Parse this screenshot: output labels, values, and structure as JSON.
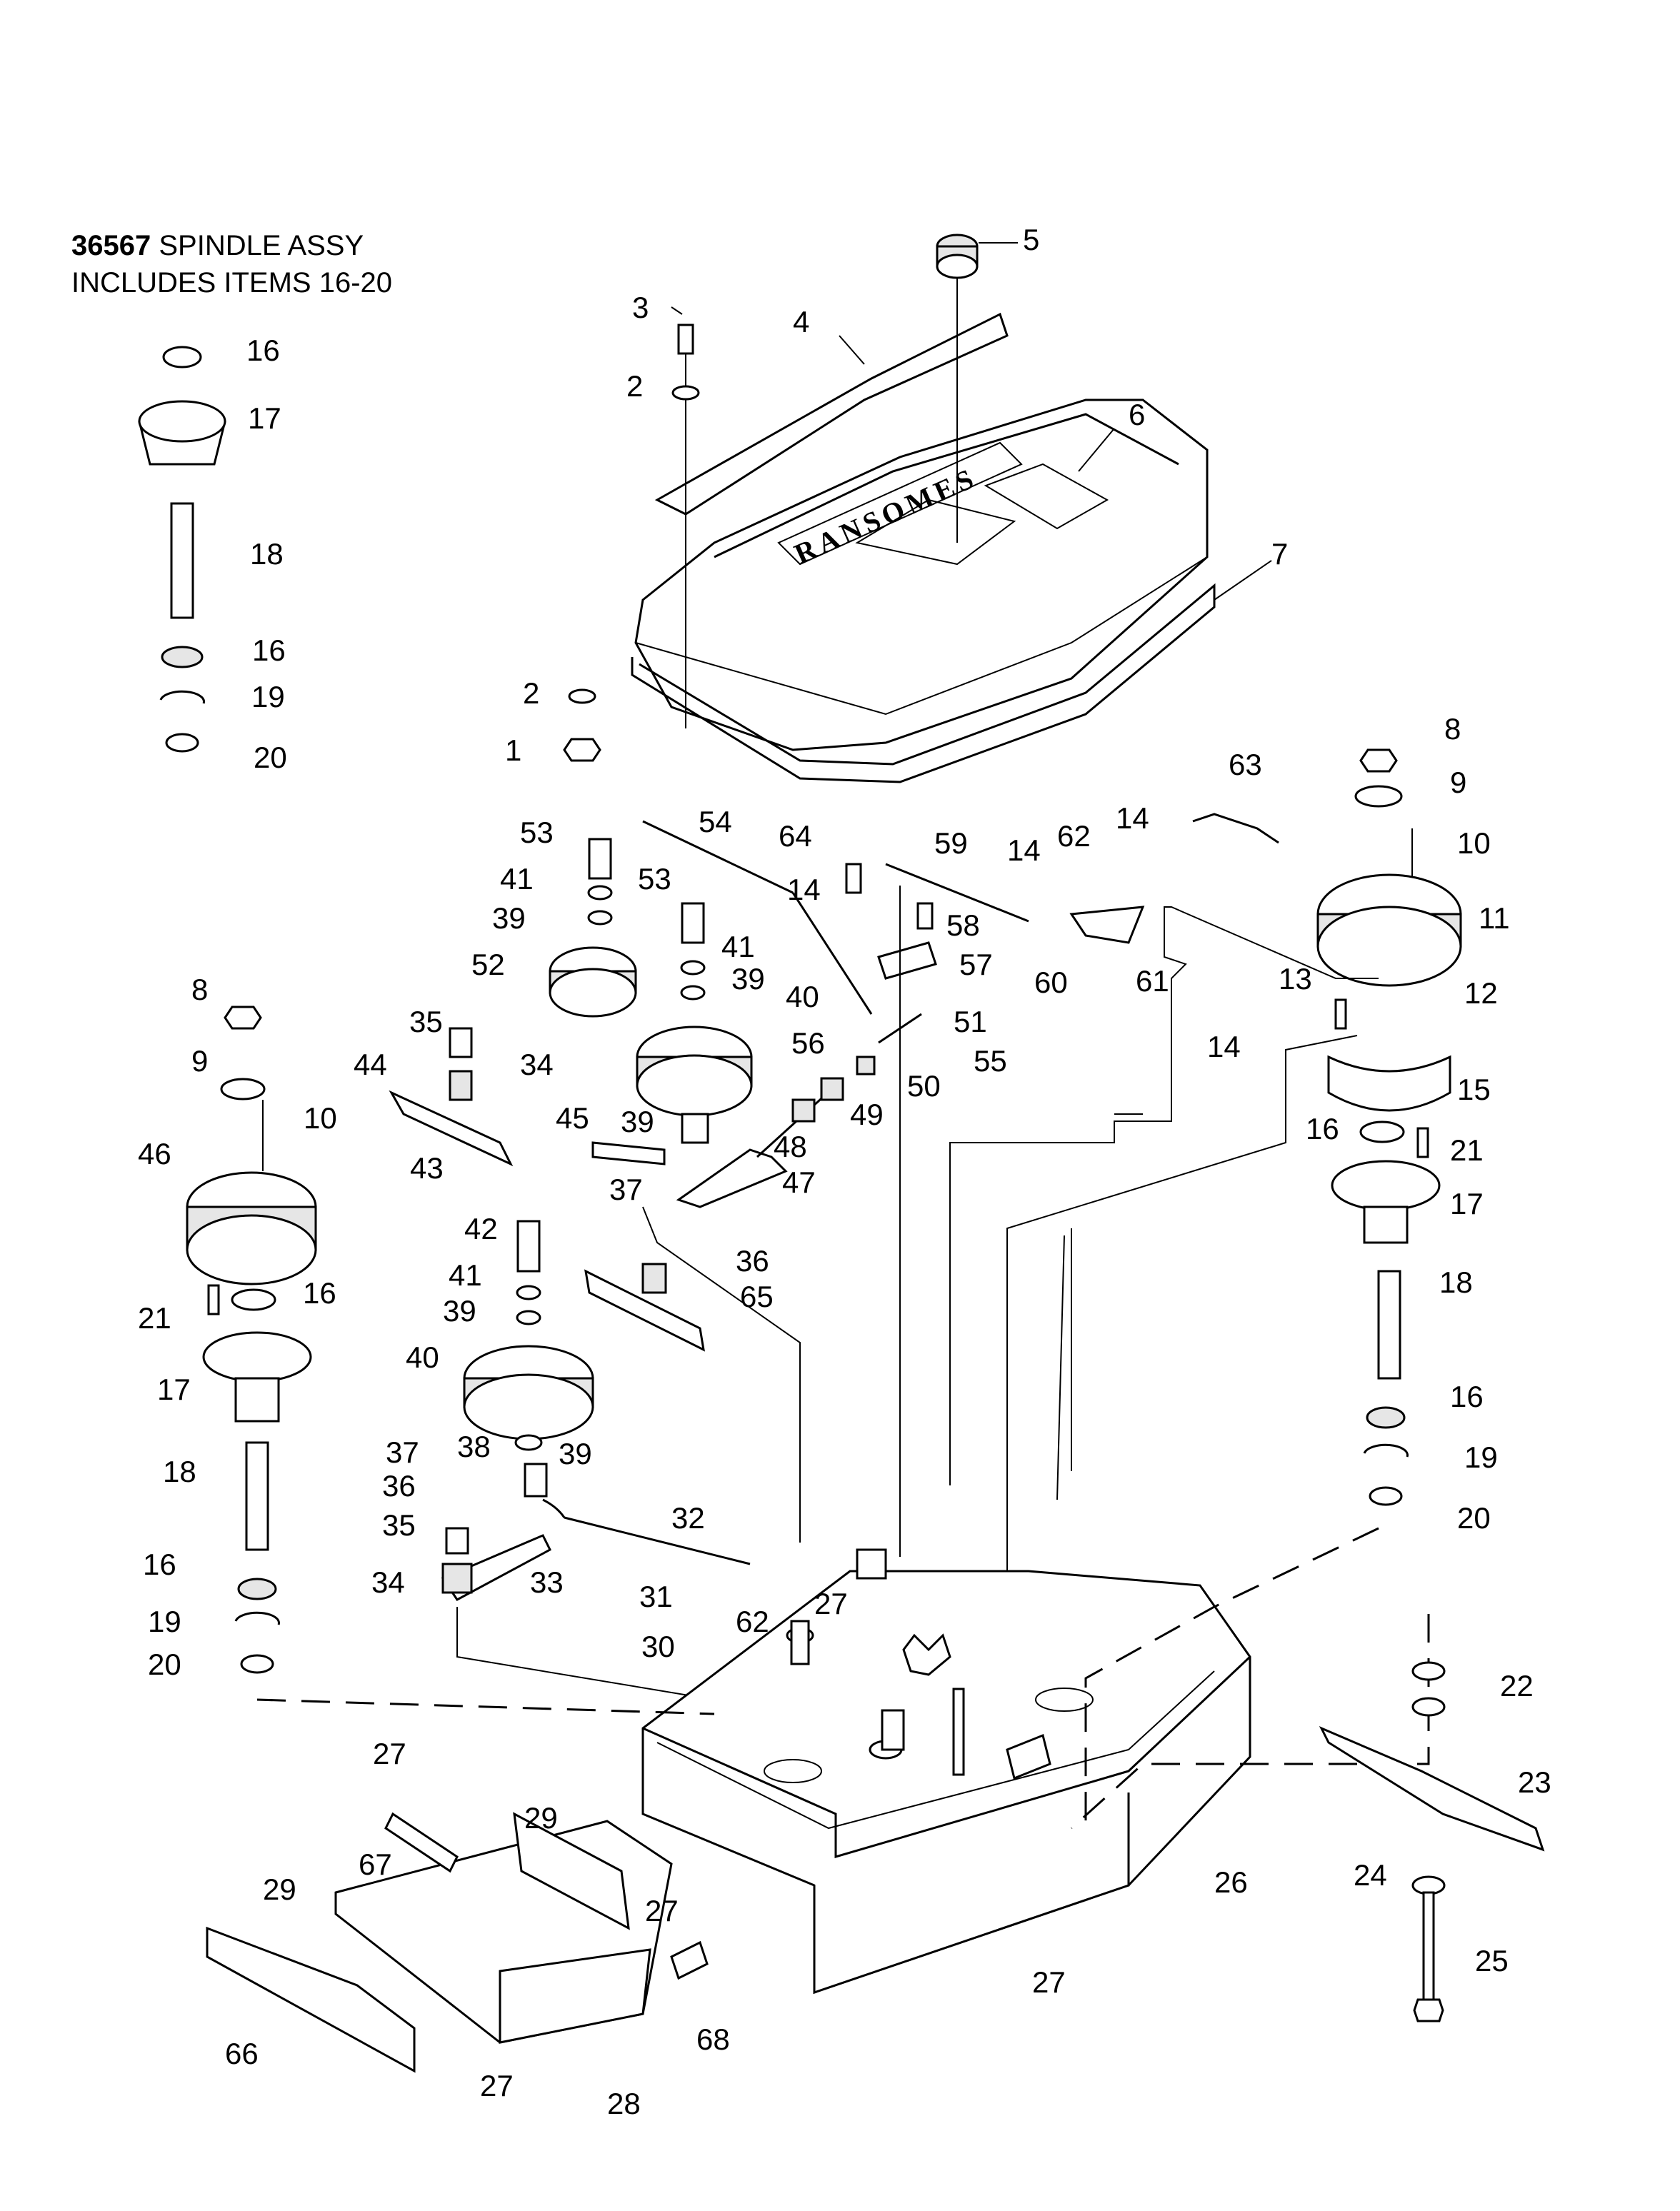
{
  "assembly_note": {
    "part_number": "36567",
    "title": "SPINDLE ASSY",
    "includes": "INCLUDES ITEMS 16-20"
  },
  "brand_text": "RANSOMES",
  "callouts": [
    {
      "id": "c1",
      "label": "1"
    },
    {
      "id": "c2a",
      "label": "2"
    },
    {
      "id": "c2b",
      "label": "2"
    },
    {
      "id": "c3",
      "label": "3"
    },
    {
      "id": "c4",
      "label": "4"
    },
    {
      "id": "c5",
      "label": "5"
    },
    {
      "id": "c6",
      "label": "6"
    },
    {
      "id": "c7",
      "label": "7"
    },
    {
      "id": "c8a",
      "label": "8"
    },
    {
      "id": "c8b",
      "label": "8"
    },
    {
      "id": "c9a",
      "label": "9"
    },
    {
      "id": "c9b",
      "label": "9"
    },
    {
      "id": "c10a",
      "label": "10"
    },
    {
      "id": "c10b",
      "label": "10"
    },
    {
      "id": "c11",
      "label": "11"
    },
    {
      "id": "c12",
      "label": "12"
    },
    {
      "id": "c13",
      "label": "13"
    },
    {
      "id": "c14a",
      "label": "14"
    },
    {
      "id": "c14b",
      "label": "14"
    },
    {
      "id": "c14c",
      "label": "14"
    },
    {
      "id": "c14d",
      "label": "14"
    },
    {
      "id": "c15",
      "label": "15"
    },
    {
      "id": "c16a",
      "label": "16"
    },
    {
      "id": "c16b",
      "label": "16"
    },
    {
      "id": "c16c",
      "label": "16"
    },
    {
      "id": "c16d",
      "label": "16"
    },
    {
      "id": "c16e",
      "label": "16"
    },
    {
      "id": "c16f",
      "label": "16"
    },
    {
      "id": "c17a",
      "label": "17"
    },
    {
      "id": "c17b",
      "label": "17"
    },
    {
      "id": "c17c",
      "label": "17"
    },
    {
      "id": "c18a",
      "label": "18"
    },
    {
      "id": "c18b",
      "label": "18"
    },
    {
      "id": "c18c",
      "label": "18"
    },
    {
      "id": "c19a",
      "label": "19"
    },
    {
      "id": "c19b",
      "label": "19"
    },
    {
      "id": "c19c",
      "label": "19"
    },
    {
      "id": "c20a",
      "label": "20"
    },
    {
      "id": "c20b",
      "label": "20"
    },
    {
      "id": "c20c",
      "label": "20"
    },
    {
      "id": "c21a",
      "label": "21"
    },
    {
      "id": "c21b",
      "label": "21"
    },
    {
      "id": "c22",
      "label": "22"
    },
    {
      "id": "c23",
      "label": "23"
    },
    {
      "id": "c24",
      "label": "24"
    },
    {
      "id": "c25",
      "label": "25"
    },
    {
      "id": "c26",
      "label": "26"
    },
    {
      "id": "c27a",
      "label": "27"
    },
    {
      "id": "c27b",
      "label": "27"
    },
    {
      "id": "c27c",
      "label": "27"
    },
    {
      "id": "c27d",
      "label": "27"
    },
    {
      "id": "c28",
      "label": "28"
    },
    {
      "id": "c29a",
      "label": "29"
    },
    {
      "id": "c29b",
      "label": "29"
    },
    {
      "id": "c30",
      "label": "30"
    },
    {
      "id": "c31",
      "label": "31"
    },
    {
      "id": "c32",
      "label": "32"
    },
    {
      "id": "c33",
      "label": "33"
    },
    {
      "id": "c34a",
      "label": "34"
    },
    {
      "id": "c34b",
      "label": "34"
    },
    {
      "id": "c35a",
      "label": "35"
    },
    {
      "id": "c35b",
      "label": "35"
    },
    {
      "id": "c36a",
      "label": "36"
    },
    {
      "id": "c36b",
      "label": "36"
    },
    {
      "id": "c37a",
      "label": "37"
    },
    {
      "id": "c37b",
      "label": "37"
    },
    {
      "id": "c38",
      "label": "38"
    },
    {
      "id": "c39a",
      "label": "39"
    },
    {
      "id": "c39b",
      "label": "39"
    },
    {
      "id": "c39c",
      "label": "39"
    },
    {
      "id": "c39d",
      "label": "39"
    },
    {
      "id": "c39e",
      "label": "39"
    },
    {
      "id": "c40a",
      "label": "40"
    },
    {
      "id": "c40b",
      "label": "40"
    },
    {
      "id": "c41a",
      "label": "41"
    },
    {
      "id": "c41b",
      "label": "41"
    },
    {
      "id": "c41c",
      "label": "41"
    },
    {
      "id": "c42",
      "label": "42"
    },
    {
      "id": "c43",
      "label": "43"
    },
    {
      "id": "c44",
      "label": "44"
    },
    {
      "id": "c45",
      "label": "45"
    },
    {
      "id": "c46",
      "label": "46"
    },
    {
      "id": "c47",
      "label": "47"
    },
    {
      "id": "c48",
      "label": "48"
    },
    {
      "id": "c49",
      "label": "49"
    },
    {
      "id": "c50",
      "label": "50"
    },
    {
      "id": "c51",
      "label": "51"
    },
    {
      "id": "c52",
      "label": "52"
    },
    {
      "id": "c53a",
      "label": "53"
    },
    {
      "id": "c53b",
      "label": "53"
    },
    {
      "id": "c54",
      "label": "54"
    },
    {
      "id": "c55",
      "label": "55"
    },
    {
      "id": "c56",
      "label": "56"
    },
    {
      "id": "c57",
      "label": "57"
    },
    {
      "id": "c58",
      "label": "58"
    },
    {
      "id": "c59",
      "label": "59"
    },
    {
      "id": "c60",
      "label": "60"
    },
    {
      "id": "c61",
      "label": "61"
    },
    {
      "id": "c62a",
      "label": "62"
    },
    {
      "id": "c62b",
      "label": "62"
    },
    {
      "id": "c63",
      "label": "63"
    },
    {
      "id": "c64",
      "label": "64"
    },
    {
      "id": "c65",
      "label": "65"
    },
    {
      "id": "c66",
      "label": "66"
    },
    {
      "id": "c67",
      "label": "67"
    },
    {
      "id": "c68",
      "label": "68"
    }
  ]
}
